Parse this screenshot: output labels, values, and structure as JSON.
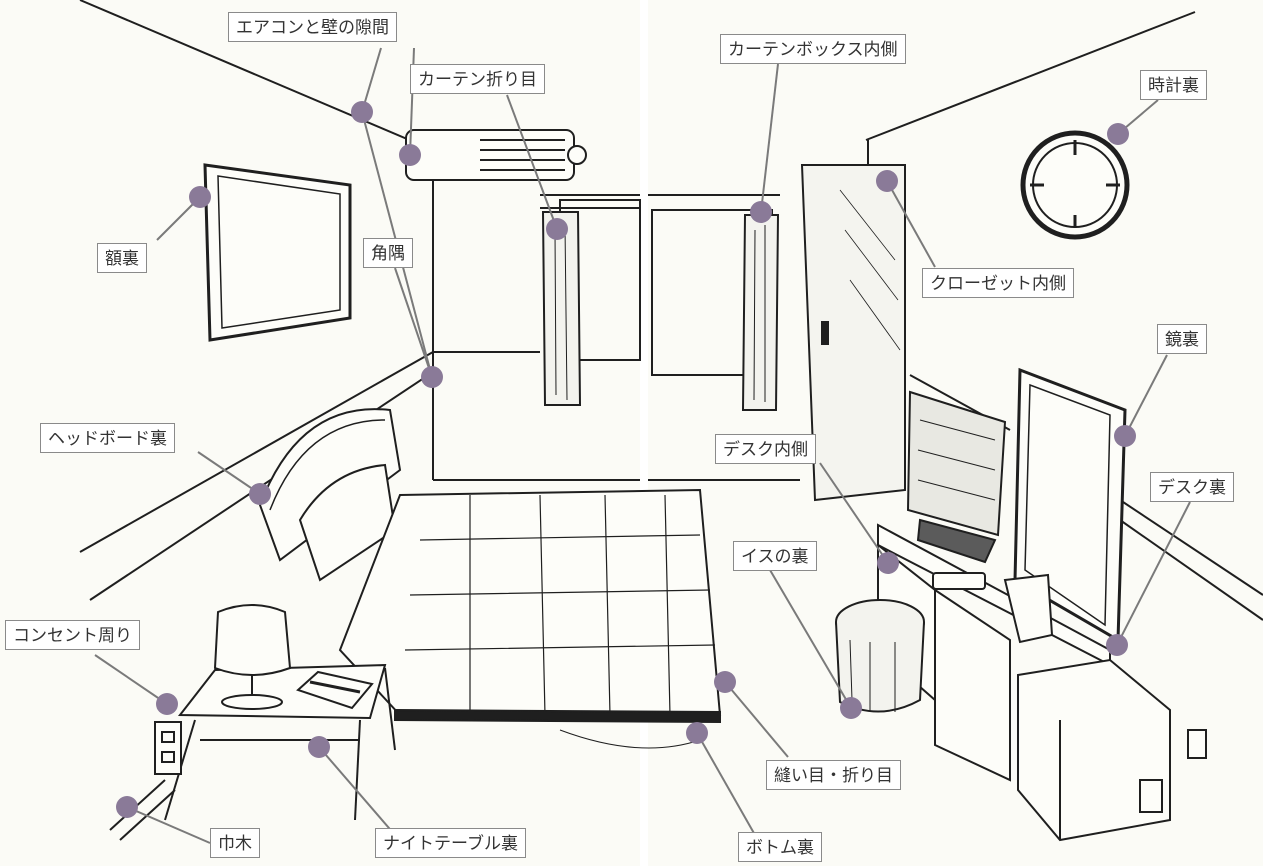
{
  "colors": {
    "marker": "#8a7a98",
    "leader": "#7a7a7a",
    "ink": "#1f1f1f",
    "label_border": "#8a8a8a",
    "background": "#fbfbf6"
  },
  "labels": {
    "aircon_gap": "エアコンと壁の隙間",
    "curtain_fold": "カーテン折り目",
    "curtain_box_inside": "カーテンボックス内側",
    "clock_back": "時計裏",
    "frame_back": "額裏",
    "corner": "角隅",
    "closet_inside": "クローゼット内側",
    "mirror_back": "鏡裏",
    "headboard_back": "ヘッドボード裏",
    "desk_inside": "デスク内側",
    "desk_back": "デスク裏",
    "chair_back": "イスの裏",
    "outlet_surround": "コンセント周り",
    "seams_folds": "縫い目・折り目",
    "baseboard": "巾木",
    "nightstand_back": "ナイトテーブル裏",
    "bottom_back": "ボトム裏"
  }
}
